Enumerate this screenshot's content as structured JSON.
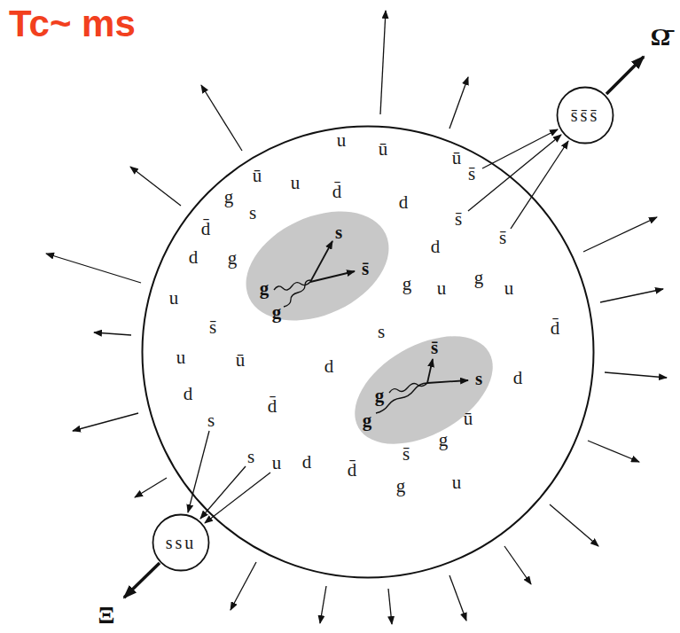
{
  "diagram": {
    "title": "Tc~ ms",
    "nodes": [
      {
        "text": [
          "u",
          "ū",
          "ū",
          "s̄",
          "ū",
          "u",
          "d̄",
          "g",
          "d",
          "s",
          "s̄",
          "d̄",
          "s̄",
          "d",
          "d",
          "g",
          "g",
          "g",
          "u",
          "u",
          "u",
          "s̄",
          "d̄",
          "s",
          "u",
          "ū",
          "d",
          "d",
          "d",
          "d̄",
          "ū",
          "s",
          "g",
          "s̄",
          "s",
          "d",
          "u",
          "d̄",
          "u",
          "g"
        ]
      },
      {
        "text": [
          "s",
          "g",
          "g",
          "s̄"
        ],
        "in": 0
      },
      {
        "text": [
          "s̄",
          "s",
          "g",
          "g"
        ],
        "in": 0
      },
      {
        "text": [
          "s̄s̄s̄"
        ]
      },
      {
        "text": [
          "ssu"
        ]
      }
    ],
    "labels": [
      "Ω̄",
      "Ξ"
    ]
  }
}
